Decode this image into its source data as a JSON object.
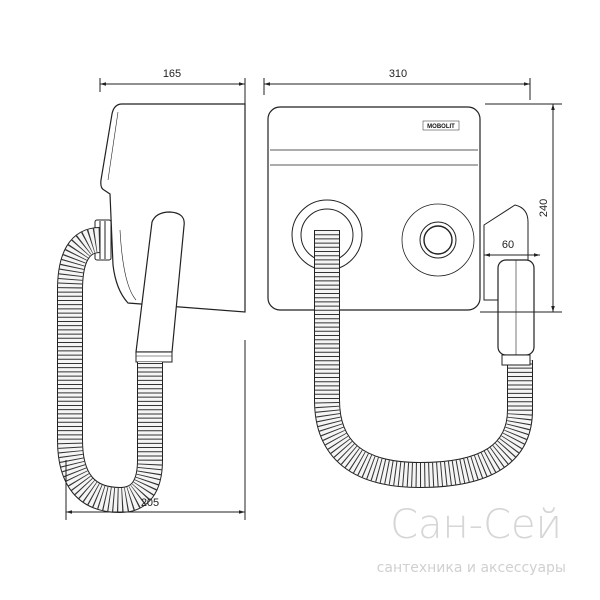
{
  "dimensions": {
    "side_depth": "165",
    "front_width": "310",
    "side_height": "240",
    "handle_offset": "60",
    "hose_span": "205"
  },
  "brand_label": "MOBOLIT",
  "watermark": {
    "title": "Сан-Сей",
    "subtitle": "сантехника и аксессуары"
  },
  "colors": {
    "line": "#222222",
    "hose_fill": "#f5f5f5",
    "watermark": "#d0d0d0"
  }
}
